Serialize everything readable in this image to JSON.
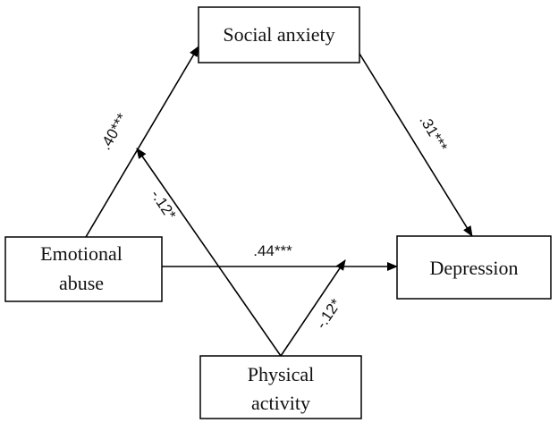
{
  "nodes": {
    "social_anxiety": "Social anxiety",
    "emotional_abuse_line1": "Emotional",
    "emotional_abuse_line2": "abuse",
    "depression": "Depression",
    "physical_activity_line1": "Physical",
    "physical_activity_line2": "activity"
  },
  "edges": {
    "emotional_abuse_to_social_anxiety": ".40***",
    "social_anxiety_to_depression": ".31***",
    "emotional_abuse_to_depression": ".44***",
    "physical_activity_moderation_a": "-.12*",
    "physical_activity_moderation_c": "-.12*"
  },
  "colors": {
    "stroke": "#000000",
    "background": "#ffffff"
  }
}
